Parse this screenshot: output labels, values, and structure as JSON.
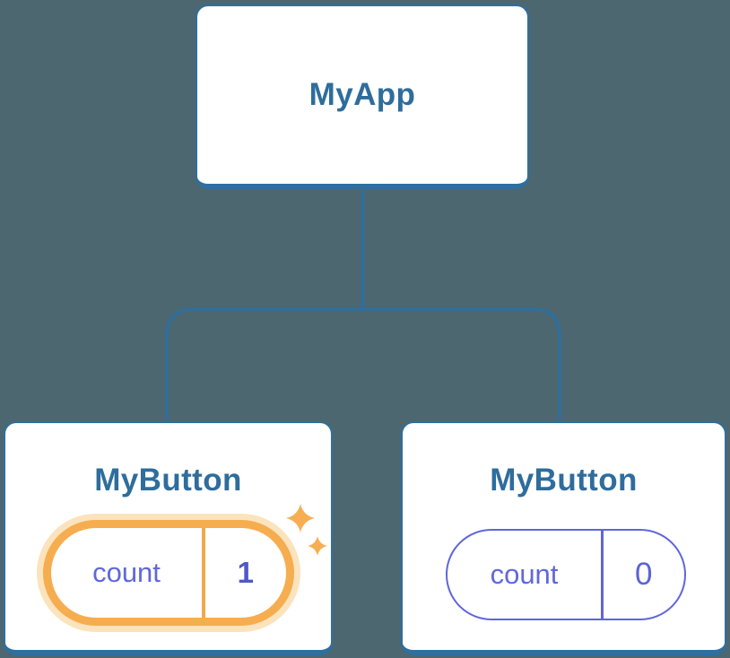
{
  "tree": {
    "root": {
      "label": "MyApp"
    },
    "children": [
      {
        "label": "MyButton",
        "state": {
          "key": "count",
          "value": "1"
        },
        "highlighted": true
      },
      {
        "label": "MyButton",
        "state": {
          "key": "count",
          "value": "0"
        },
        "highlighted": false
      }
    ]
  },
  "icons": {
    "sparkle": "four-pointed sparkle stars marking updated state"
  },
  "colors": {
    "background": "#4c6770",
    "node_border": "#2e6f9e",
    "node_title": "#2e6d9c",
    "state_accent": "#6067dc",
    "state_value": "#4f57c9",
    "highlight_orange": "#f6ad4f",
    "highlight_glow": "#fbe3bd"
  }
}
